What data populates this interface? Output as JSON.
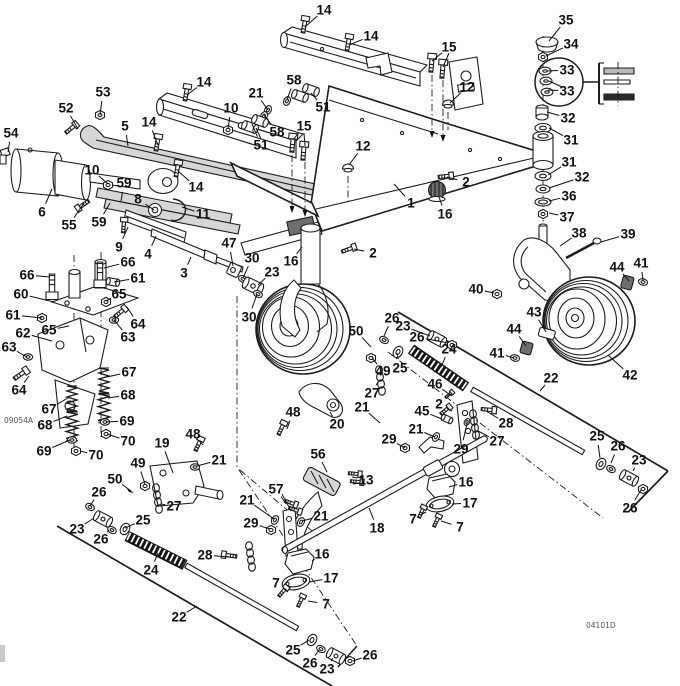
{
  "document": {
    "type": "exploded-parts-diagram",
    "background": "#ffffff",
    "ink_color": "#1c1c1c"
  },
  "codes": {
    "left": "09054A",
    "right": "04101D"
  },
  "callouts": [
    [
      "14",
      324,
      10,
      305,
      27
    ],
    [
      "53",
      103,
      92,
      100,
      115
    ],
    [
      "52",
      66,
      108,
      78,
      129
    ],
    [
      "54",
      11,
      133,
      8,
      152
    ],
    [
      "5",
      125,
      126,
      128,
      146
    ],
    [
      "14",
      204,
      82,
      187,
      95
    ],
    [
      "14",
      149,
      122,
      158,
      145
    ],
    [
      "10",
      231,
      108,
      228,
      129
    ],
    [
      "21",
      256,
      93,
      268,
      110
    ],
    [
      "58",
      294,
      80,
      287,
      100
    ],
    [
      "51",
      323,
      107,
      311,
      93
    ],
    [
      "58",
      277,
      132,
      264,
      115
    ],
    [
      "51",
      261,
      145,
      252,
      124
    ],
    [
      "15",
      304,
      126,
      293,
      140
    ],
    [
      "14",
      196,
      187,
      178,
      171
    ],
    [
      "10",
      92,
      170,
      108,
      184
    ],
    [
      "59",
      124,
      183,
      121,
      201
    ],
    [
      "8",
      138,
      199,
      154,
      210
    ],
    [
      "11",
      203,
      214,
      182,
      207
    ],
    [
      "6",
      42,
      212,
      52,
      189
    ],
    [
      "55",
      69,
      225,
      84,
      203
    ],
    [
      "59",
      99,
      222,
      110,
      203
    ],
    [
      "9",
      119,
      247,
      128,
      227
    ],
    [
      "4",
      148,
      254,
      156,
      236
    ],
    [
      "3",
      184,
      273,
      191,
      257
    ],
    [
      "47",
      229,
      243,
      233,
      266
    ],
    [
      "30",
      252,
      258,
      243,
      278
    ],
    [
      "23",
      272,
      272,
      258,
      285
    ],
    [
      "30",
      249,
      317,
      257,
      294
    ],
    [
      "14",
      371,
      36,
      349,
      45
    ],
    [
      "15",
      449,
      47,
      432,
      61
    ],
    [
      "12",
      467,
      87,
      450,
      103
    ],
    [
      "12",
      363,
      146,
      349,
      165
    ],
    [
      "2",
      466,
      182,
      447,
      177
    ],
    [
      "16",
      445,
      214,
      439,
      197
    ],
    [
      "1",
      411,
      203,
      394,
      184
    ],
    [
      "2",
      373,
      253,
      354,
      249
    ],
    [
      "16",
      291,
      261,
      302,
      247
    ],
    [
      "35",
      566,
      20,
      549,
      41
    ],
    [
      "34",
      571,
      44,
      546,
      56
    ],
    [
      "33",
      567,
      70,
      547,
      71
    ],
    [
      "33",
      567,
      91,
      548,
      90
    ],
    [
      "32",
      568,
      118,
      547,
      112
    ],
    [
      "31",
      571,
      140,
      549,
      128
    ],
    [
      "31",
      569,
      162,
      548,
      175
    ],
    [
      "32",
      582,
      177,
      549,
      188
    ],
    [
      "36",
      569,
      196,
      549,
      201
    ],
    [
      "37",
      567,
      217,
      549,
      213
    ],
    [
      "38",
      579,
      233,
      560,
      246
    ],
    [
      "39",
      628,
      234,
      601,
      242
    ],
    [
      "40",
      476,
      289,
      494,
      293
    ],
    [
      "44",
      617,
      267,
      629,
      281
    ],
    [
      "41",
      641,
      263,
      643,
      281
    ],
    [
      "43",
      534,
      312,
      546,
      332
    ],
    [
      "44",
      514,
      329,
      526,
      346
    ],
    [
      "41",
      497,
      353,
      514,
      358
    ],
    [
      "42",
      630,
      375,
      608,
      355
    ],
    [
      "22",
      551,
      378,
      540,
      391
    ],
    [
      "26",
      392,
      318,
      384,
      336
    ],
    [
      "23",
      403,
      326,
      430,
      336
    ],
    [
      "26",
      417,
      337,
      448,
      343
    ],
    [
      "50",
      356,
      331,
      371,
      347
    ],
    [
      "25",
      400,
      368,
      397,
      353
    ],
    [
      "49",
      383,
      371,
      372,
      358
    ],
    [
      "24",
      449,
      349,
      441,
      367
    ],
    [
      "46",
      435,
      384,
      452,
      396
    ],
    [
      "2",
      439,
      404,
      452,
      411
    ],
    [
      "45",
      422,
      411,
      442,
      419
    ],
    [
      "21",
      416,
      429,
      435,
      437
    ],
    [
      "21",
      362,
      407,
      380,
      423
    ],
    [
      "29",
      389,
      439,
      405,
      448
    ],
    [
      "29",
      461,
      449,
      467,
      424
    ],
    [
      "28",
      506,
      423,
      486,
      411
    ],
    [
      "27",
      497,
      441,
      478,
      431
    ],
    [
      "27",
      372,
      393,
      378,
      382
    ],
    [
      "25",
      597,
      436,
      600,
      458
    ],
    [
      "26",
      618,
      446,
      611,
      463
    ],
    [
      "23",
      639,
      460,
      633,
      471
    ],
    [
      "26",
      630,
      508,
      641,
      490
    ],
    [
      "13",
      366,
      480,
      352,
      477
    ],
    [
      "16",
      466,
      482,
      449,
      487
    ],
    [
      "17",
      470,
      503,
      452,
      504
    ],
    [
      "7",
      413,
      519,
      426,
      512
    ],
    [
      "7",
      460,
      527,
      441,
      521
    ],
    [
      "18",
      377,
      528,
      369,
      508
    ],
    [
      "20",
      337,
      424,
      330,
      412
    ],
    [
      "48",
      293,
      412,
      287,
      429
    ],
    [
      "56",
      318,
      454,
      327,
      472
    ],
    [
      "57",
      276,
      489,
      286,
      504
    ],
    [
      "21",
      247,
      500,
      274,
      519
    ],
    [
      "21",
      321,
      516,
      302,
      521
    ],
    [
      "29",
      251,
      523,
      270,
      529
    ],
    [
      "28",
      205,
      555,
      229,
      557
    ],
    [
      "16",
      322,
      554,
      312,
      561
    ],
    [
      "17",
      331,
      578,
      309,
      582
    ],
    [
      "7",
      276,
      583,
      288,
      592
    ],
    [
      "7",
      326,
      604,
      308,
      601
    ],
    [
      "19",
      162,
      443,
      173,
      473
    ],
    [
      "48",
      193,
      434,
      203,
      445
    ],
    [
      "21",
      219,
      460,
      197,
      466
    ],
    [
      "49",
      138,
      463,
      145,
      484
    ],
    [
      "50",
      115,
      479,
      131,
      491
    ],
    [
      "27",
      174,
      506,
      161,
      504
    ],
    [
      "26",
      99,
      492,
      90,
      506
    ],
    [
      "23",
      77,
      529,
      94,
      518
    ],
    [
      "26",
      101,
      539,
      109,
      530
    ],
    [
      "25",
      143,
      520,
      125,
      528
    ],
    [
      "24",
      151,
      570,
      158,
      553
    ],
    [
      "22",
      179,
      617,
      197,
      606
    ],
    [
      "25",
      293,
      650,
      309,
      640
    ],
    [
      "26",
      310,
      663,
      319,
      650
    ],
    [
      "23",
      327,
      669,
      333,
      658
    ],
    [
      "26",
      370,
      655,
      353,
      661
    ],
    [
      "66",
      27,
      275,
      50,
      277
    ],
    [
      "66",
      128,
      262,
      104,
      268
    ],
    [
      "61",
      138,
      278,
      114,
      282
    ],
    [
      "60",
      21,
      294,
      54,
      302
    ],
    [
      "65",
      119,
      294,
      106,
      301
    ],
    [
      "61",
      13,
      315,
      42,
      318
    ],
    [
      "64",
      138,
      324,
      127,
      307
    ],
    [
      "63",
      128,
      337,
      114,
      320
    ],
    [
      "65",
      49,
      330,
      69,
      326
    ],
    [
      "62",
      23,
      333,
      52,
      341
    ],
    [
      "63",
      9,
      347,
      27,
      357
    ],
    [
      "64",
      19,
      390,
      29,
      376
    ],
    [
      "67",
      129,
      372,
      107,
      377
    ],
    [
      "68",
      128,
      395,
      108,
      398
    ],
    [
      "69",
      127,
      421,
      106,
      422
    ],
    [
      "70",
      128,
      441,
      107,
      434
    ],
    [
      "67",
      49,
      409,
      68,
      398
    ],
    [
      "68",
      45,
      425,
      67,
      416
    ],
    [
      "69",
      44,
      451,
      70,
      440
    ],
    [
      "70",
      96,
      455,
      80,
      451
    ]
  ],
  "extra_leaders": [
    [
      261,
      139,
      256,
      128
    ],
    [
      304,
      133,
      305,
      146
    ],
    [
      449,
      53,
      443,
      67
    ],
    [
      562,
      87,
      549,
      81
    ],
    [
      360,
      483,
      353,
      484
    ],
    [
      282,
      494,
      291,
      511
    ]
  ]
}
